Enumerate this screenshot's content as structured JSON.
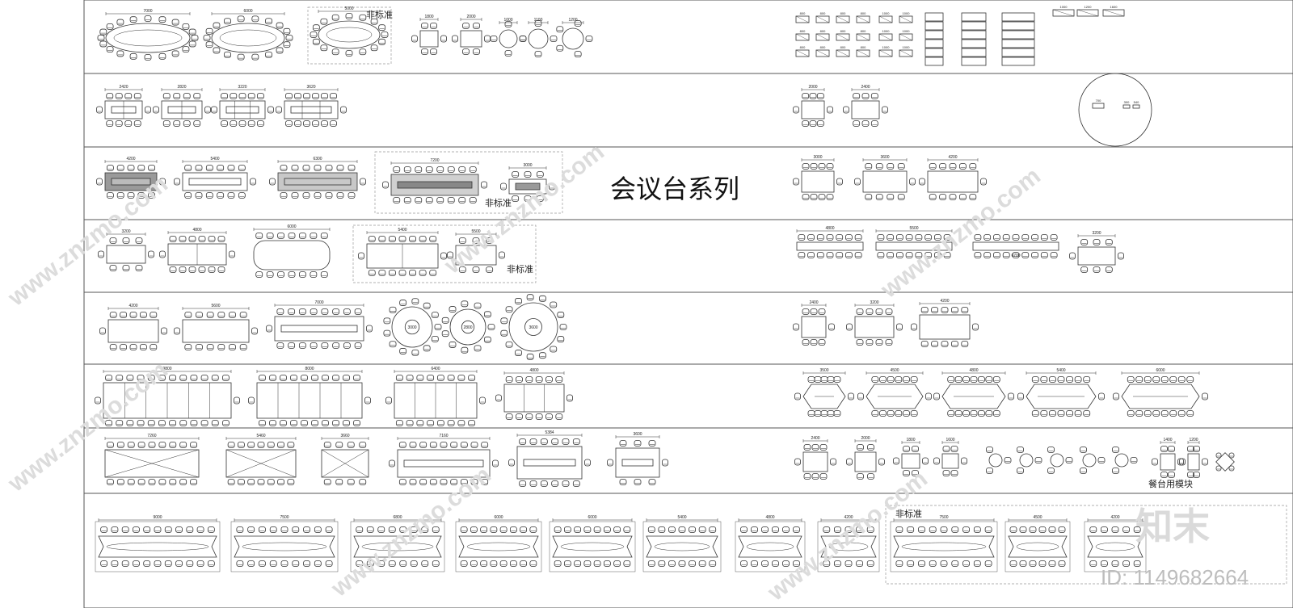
{
  "title": "会议台系列",
  "annotations": {
    "non_standard": "非标准",
    "dining_module": "餐台用模块"
  },
  "watermark": {
    "site": "www.znzmo.com",
    "brand": "知末网",
    "logo": "知末",
    "id_text": "ID: 1149682664"
  },
  "rows": [
    {
      "row": 1,
      "tables": [
        {
          "type": "oval",
          "dim": "7000"
        },
        {
          "type": "oval",
          "dim": "6000"
        },
        {
          "type": "oval",
          "dim": "5000",
          "note": "非标准"
        },
        {
          "type": "square",
          "dim": "1800"
        },
        {
          "type": "square",
          "dim": "2000"
        },
        {
          "type": "round",
          "dim": "1000"
        },
        {
          "type": "round",
          "dim": "1100"
        },
        {
          "type": "round",
          "dim": "1200"
        }
      ],
      "modules": {
        "a": [
          "800",
          "800",
          "800",
          "800",
          "1000",
          "1000"
        ],
        "b": [
          "1000",
          "1200",
          "1600"
        ]
      }
    },
    {
      "row": 2,
      "left": [
        "2420",
        "2820",
        "3220",
        "3620"
      ],
      "right": [
        "2000",
        "2400"
      ],
      "circle_detail": [
        "700",
        "300",
        "540"
      ]
    },
    {
      "row": 3,
      "left": [
        "4200",
        "5400",
        "6300",
        "7200",
        "3000"
      ],
      "right": [
        "3000",
        "3600",
        "4200"
      ]
    },
    {
      "row": 4,
      "left": [
        "3200",
        "4800",
        "6000",
        "5400",
        "5500"
      ],
      "right": [
        "4800",
        "5500",
        "3200"
      ],
      "right_inner": "6700"
    },
    {
      "row": 5,
      "left": [
        "4200",
        "5600",
        "7000"
      ],
      "round": [
        "3000",
        "2800",
        "3600"
      ],
      "right": [
        "2400",
        "3200",
        "4200"
      ]
    },
    {
      "row": 6,
      "left": [
        "9800",
        "8000",
        "6400",
        "4800"
      ],
      "right": [
        "3500",
        "4500",
        "4800",
        "5400",
        "6000"
      ]
    },
    {
      "row": 7,
      "left": [
        "7260",
        "5460",
        "3660",
        "7160",
        "5384",
        "3600"
      ],
      "right": [
        "2400",
        "2000",
        "1800",
        "1600"
      ],
      "right2": [
        "1400",
        "1200"
      ]
    },
    {
      "row": 8,
      "left": [
        "9000",
        "7500",
        "6800",
        "6000",
        "6000",
        "5400",
        "4800",
        "4200",
        "7500",
        "4500",
        "4200"
      ]
    }
  ],
  "colors": {
    "line": "#333333",
    "frame": "#555555",
    "dash": "#999999",
    "fill_gray": "#9a9a9a",
    "watermark": "#e2e2e2"
  }
}
